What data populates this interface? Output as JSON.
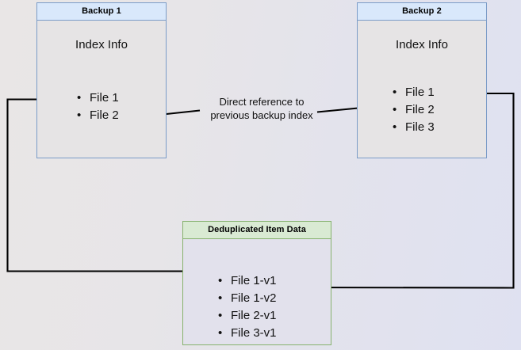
{
  "diagram": {
    "title_hidden": "Backup deduplication reference diagram",
    "background_colors": {
      "left": "#e9e6e6",
      "right": "#dfe1f1"
    },
    "nodes": [
      {
        "id": "backup1",
        "header": "Backup 1",
        "body_title": "Index Info",
        "items": [
          "File 1",
          "File 2"
        ],
        "border_color": "#7b9cc8",
        "header_color": "#d9e8fb"
      },
      {
        "id": "backup2",
        "header": "Backup 2",
        "body_title": "Index Info",
        "items": [
          "File 1",
          "File 2",
          "File 3"
        ],
        "border_color": "#7b9cc8",
        "header_color": "#d9e8fb"
      },
      {
        "id": "dedup",
        "header": "Deduplicated Item Data",
        "body_title": "",
        "items": [
          "File 1-v1",
          "File 1-v2",
          "File 2-v1",
          "File 3-v1"
        ],
        "border_color": "#86b26e",
        "header_color": "#d9ead3"
      }
    ],
    "edges": [
      {
        "id": "backup2-to-backup1-index",
        "label": "Direct reference to\nprevious backup index",
        "from": "backup2.File 2",
        "to": "backup1.File 2"
      },
      {
        "id": "backup1-to-dedup",
        "label": "",
        "from": "backup1.File 1",
        "to": "dedup.File 1-v1"
      },
      {
        "id": "backup2-to-dedup",
        "label": "",
        "from": "backup2.File 1",
        "to": "dedup.File 1-v2"
      }
    ]
  }
}
